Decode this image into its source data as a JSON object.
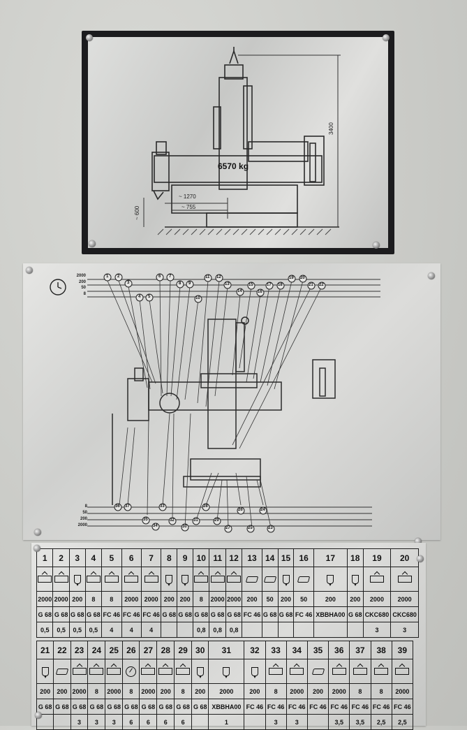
{
  "weight_plate": {
    "weight": "6570 kg",
    "height": "3400",
    "dim_reach": "~ 1270",
    "dim_offset": "~ 755",
    "dim_base": "~ 600"
  },
  "lube_diagram": {
    "top_left_levels": [
      "2000",
      "200",
      "50",
      "8"
    ],
    "bottom_left_levels": [
      "8",
      "50",
      "200",
      "2000"
    ],
    "callouts_top": [
      "1",
      "2",
      "3",
      "4",
      "5",
      "6",
      "7",
      "8",
      "9",
      "10",
      "11",
      "12",
      "13",
      "14",
      "15",
      "16",
      "17",
      "18",
      "19",
      "20",
      "21",
      "22"
    ],
    "callouts_bottom": [
      "36",
      "37",
      "33",
      "35",
      "34",
      "32",
      "30",
      "31",
      "28",
      "29",
      "27",
      "26",
      "25",
      "24",
      "23"
    ],
    "clock_icon": "clock-icon"
  },
  "table_top": {
    "numbers": [
      "1",
      "2",
      "3",
      "4",
      "5",
      "6",
      "7",
      "8",
      "9",
      "10",
      "11",
      "12",
      "13",
      "14",
      "15",
      "16",
      "17",
      "18",
      "19",
      "20"
    ],
    "icons": [
      "box",
      "box",
      "drop",
      "box",
      "box",
      "box",
      "box",
      "drop",
      "drop",
      "box",
      "box",
      "box",
      "can",
      "can",
      "drop",
      "can",
      "drop",
      "drop",
      "box",
      "box"
    ],
    "intervals": [
      "2000",
      "2000",
      "200",
      "8",
      "8",
      "2000",
      "2000",
      "200",
      "200",
      "8",
      "2000",
      "2000",
      "200",
      "50",
      "200",
      "50",
      "200",
      "200",
      "2000",
      "2000"
    ],
    "lubricants": [
      "G 68",
      "G 68",
      "G 68",
      "G 68",
      "FC 46",
      "FC 46",
      "FC 46",
      "G 68",
      "G 68",
      "G 68",
      "G 68",
      "G 68",
      "FC 46",
      "G 68",
      "G 68",
      "FC 46",
      "XBBHA00",
      "G 68",
      "CKC680",
      "CKC680"
    ],
    "quantities": [
      "0,5",
      "0,5",
      "0,5",
      "0,5",
      "4",
      "4",
      "4",
      "",
      "",
      "0,8",
      "0,8",
      "0,8",
      "",
      "",
      "",
      "",
      "",
      "",
      "3",
      "3"
    ]
  },
  "table_bottom": {
    "numbers": [
      "21",
      "22",
      "23",
      "24",
      "25",
      "26",
      "27",
      "28",
      "29",
      "30",
      "31",
      "32",
      "33",
      "34",
      "35",
      "36",
      "37",
      "38",
      "39"
    ],
    "icons": [
      "drop",
      "can",
      "box",
      "box",
      "box",
      "gauge",
      "box",
      "box",
      "box",
      "drop",
      "drop",
      "drop",
      "box",
      "box",
      "can",
      "box",
      "box",
      "box",
      "box"
    ],
    "intervals": [
      "200",
      "200",
      "2000",
      "8",
      "2000",
      "8",
      "2000",
      "200",
      "8",
      "200",
      "2000",
      "200",
      "8",
      "2000",
      "200",
      "2000",
      "8",
      "8",
      "2000"
    ],
    "lubricants": [
      "G 68",
      "G 68",
      "G 68",
      "G 68",
      "G 68",
      "G 68",
      "G 68",
      "G 68",
      "G 68",
      "G 68",
      "XBBHA00",
      "FC 46",
      "FC 46",
      "FC 46",
      "FC 46",
      "FC 46",
      "FC 46",
      "FC 46",
      "FC 46"
    ],
    "quantities": [
      "",
      "",
      "3",
      "3",
      "3",
      "6",
      "6",
      "6",
      "6",
      "",
      "1",
      "",
      "3",
      "3",
      "",
      "3,5",
      "3,5",
      "2,5",
      "2,5"
    ]
  }
}
